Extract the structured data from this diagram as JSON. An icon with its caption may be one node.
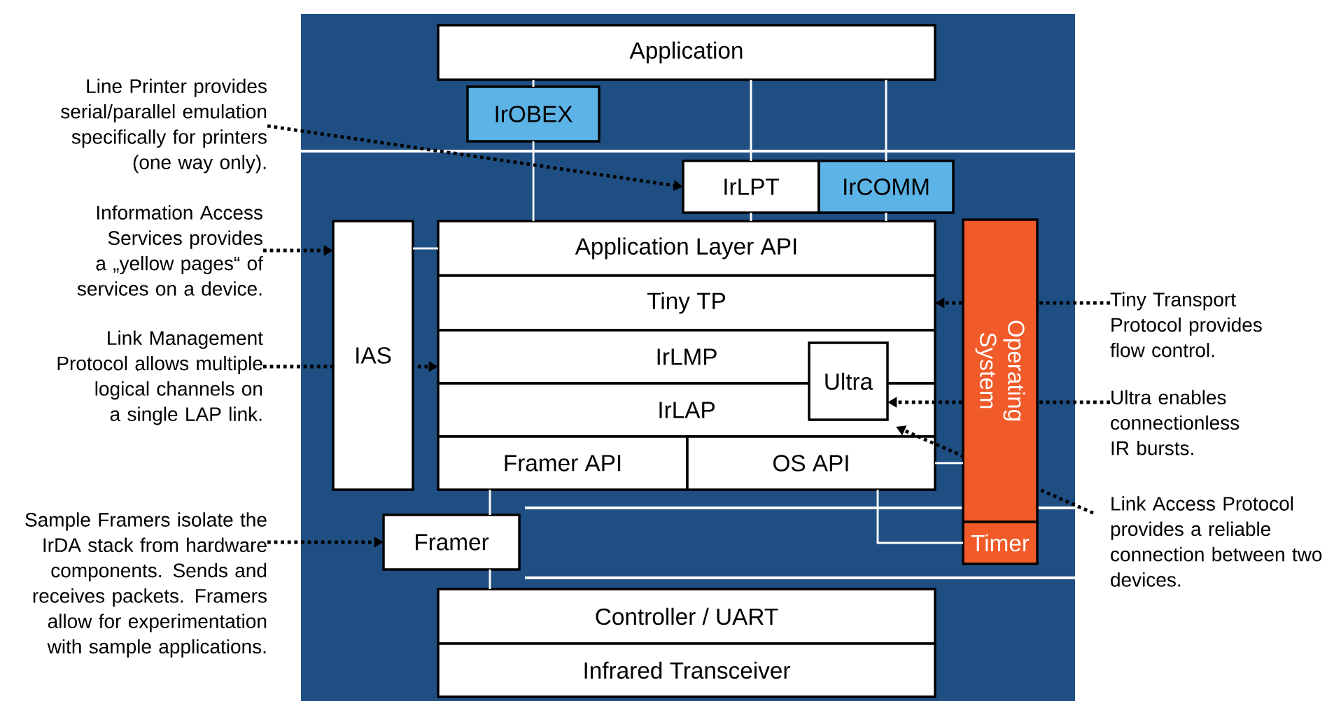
{
  "diagram": {
    "nodes": [
      {
        "text": [
          "Application"
        ]
      },
      {
        "text": [
          "IrOBEX"
        ]
      },
      {
        "text": [
          "IrLPT"
        ]
      },
      {
        "text": [
          "IrCOMM"
        ]
      },
      {
        "text": [
          "IAS"
        ]
      },
      {
        "text": [
          "Application Layer API"
        ]
      },
      {
        "text": [
          "Tiny TP"
        ]
      },
      {
        "text": [
          "IrLMP"
        ]
      },
      {
        "text": [
          "IrLAP"
        ]
      },
      {
        "text": [
          "Ultra"
        ]
      },
      {
        "text": [
          "Framer API"
        ]
      },
      {
        "text": [
          "OS API"
        ]
      },
      {
        "text": [
          "Operating System"
        ]
      },
      {
        "text": [
          "Timer"
        ]
      },
      {
        "text": [
          "Framer"
        ]
      },
      {
        "text": [
          "Controller / UART"
        ]
      },
      {
        "text": [
          "Infrared Transceiver"
        ]
      },
      {
        "text": [
          "Line Printer provides serial/parallel emulation specifically for printers (one way only)."
        ]
      },
      {
        "text": [
          "Information Access Services provides a „yellow pages“ of services on a device."
        ]
      },
      {
        "text": [
          "Link Management Protocol allows multiple logical channels on a single LAP link."
        ]
      },
      {
        "text": [
          "Sample Framers isolate the IrDA stack from hardware components. Sends and receives packets. Framers allow for experimentation with sample applications."
        ]
      },
      {
        "text": [
          "Tiny Transport Protocol provides flow control."
        ]
      },
      {
        "text": [
          "Ultra enables connectionless IR bursts."
        ]
      },
      {
        "text": [
          "Link Access Protocol provides a reliable connection between two devices."
        ]
      }
    ],
    "edges": [
      {
        "from": 0,
        "to": 1,
        "arrow": "none",
        "color": "#ffffff"
      },
      {
        "from": 1,
        "to": 5,
        "arrow": "none",
        "color": "#ffffff"
      },
      {
        "from": 0,
        "to": 2,
        "arrow": "none",
        "color": "#ffffff"
      },
      {
        "from": 2,
        "to": 5,
        "arrow": "none",
        "color": "#ffffff"
      },
      {
        "from": 0,
        "to": 3,
        "arrow": "none",
        "color": "#ffffff"
      },
      {
        "from": 3,
        "to": 5,
        "arrow": "none",
        "color": "#ffffff"
      },
      {
        "from": 4,
        "to": 5,
        "arrow": "none",
        "color": "#ffffff"
      },
      {
        "from": 11,
        "to": 12,
        "arrow": "none",
        "color": "#ffffff"
      },
      {
        "from": 11,
        "to": 13,
        "arrow": "none",
        "color": "#ffffff"
      },
      {
        "from": 10,
        "to": 14,
        "arrow": "none",
        "color": "#ffffff"
      },
      {
        "from": 14,
        "to": 15,
        "arrow": "none",
        "color": "#ffffff"
      },
      {
        "from": 17,
        "to": 2,
        "arrow": "to",
        "style": "dashed",
        "color": "#000000"
      },
      {
        "from": 18,
        "to": 4,
        "arrow": "to",
        "style": "dashed",
        "color": "#000000"
      },
      {
        "from": 19,
        "to": 7,
        "arrow": "to",
        "style": "dashed",
        "color": "#000000"
      },
      {
        "from": 20,
        "to": 14,
        "arrow": "to",
        "style": "dashed",
        "color": "#000000"
      },
      {
        "from": 21,
        "to": 6,
        "arrow": "to",
        "style": "dashed",
        "color": "#000000"
      },
      {
        "from": 22,
        "to": 9,
        "arrow": "to",
        "style": "dashed",
        "color": "#000000"
      },
      {
        "from": 23,
        "to": 8,
        "arrow": "to",
        "style": "dashed",
        "color": "#000000"
      }
    ]
  }
}
